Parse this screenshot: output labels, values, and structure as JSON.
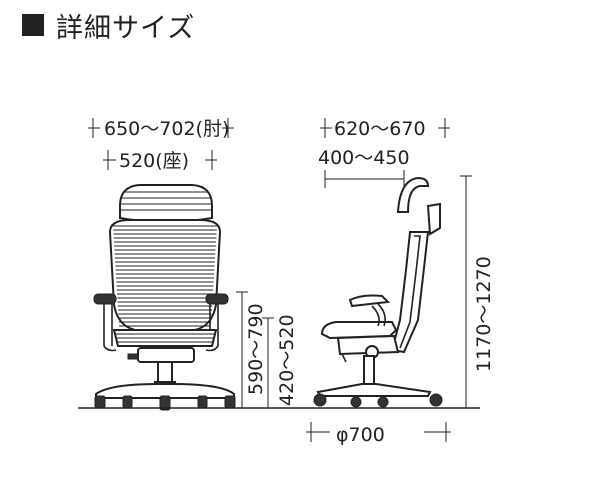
{
  "header": {
    "title": "詳細サイズ",
    "square_icon": "black-square-icon"
  },
  "front_view": {
    "width_armrest": "650〜702(肘)",
    "width_seat": "520(座)",
    "armrest_height": "590〜790",
    "seat_height": "420〜520"
  },
  "side_view": {
    "depth_total": "620〜670",
    "depth_seat": "400〜450",
    "total_height": "1170〜1270",
    "base_diameter": "φ700"
  },
  "colors": {
    "line": "#222222",
    "background": "#ffffff"
  }
}
